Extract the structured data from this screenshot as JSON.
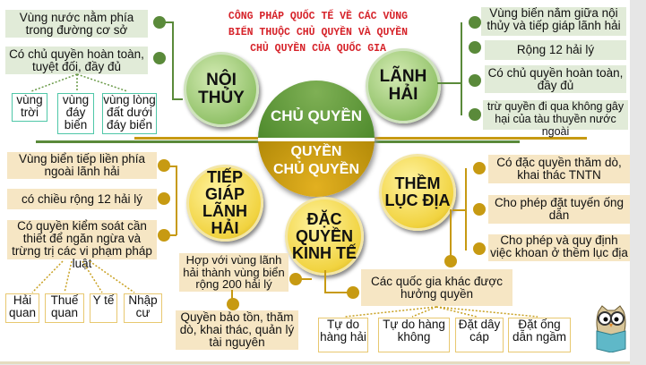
{
  "title": {
    "line1": "CÔNG PHÁP QUỐC TẾ VỀ CÁC VÙNG",
    "line2": "BIỂN THUỘC CHỦ QUYỀN VÀ QUYỀN",
    "line3": "CHỦ QUYỀN CỦA QUỐC GIA"
  },
  "center": {
    "top": "CHỦ QUYỀN",
    "bottom_line1": "QUYỀN",
    "bottom_line2": "CHỦ QUYỀN"
  },
  "noi_thuy": {
    "label": "NỘI THỦY",
    "items": [
      "Vùng nước nằm phía trong đường cơ sở",
      "Có chủ quyền hoàn toàn, tuyệt đối, đầy đủ"
    ],
    "sub": [
      "vùng trời",
      "vùng đáy biển",
      "vùng lòng đất dưới đáy biển"
    ]
  },
  "lanh_hai": {
    "label": "LÃNH HẢI",
    "items": [
      "Vùng biển nằm giữa nội thủy và tiếp giáp lãnh hải",
      "Rộng 12 hải lý",
      "Có chủ quyền hoàn toàn, đầy đủ",
      "trừ quyền đi qua không gây hại của tàu thuyền nước ngoài"
    ]
  },
  "tiep_giap": {
    "label": "TIẾP GIÁP LÃNH HẢI",
    "items": [
      "Vùng biển tiếp liền phía ngoài lãnh hải",
      "có chiều rộng 12 hải lý",
      "Có quyền kiểm soát cần thiết để ngăn ngừa và trừng trị các vi phạm pháp luật"
    ],
    "sub": [
      "Hải quan",
      "Thuế quan",
      "Y tế",
      "Nhập cư"
    ]
  },
  "dac_quyen": {
    "label": "ĐẶC QUYỀN KINH TẾ",
    "items": [
      "Hợp với vùng lãnh hải thành vùng biển rộng 200 hải lý",
      "Quyền bảo tồn, thăm dò, khai thác, quản lý tài nguyên"
    ]
  },
  "them_luc_dia": {
    "label": "THỀM LỤC ĐỊA",
    "items": [
      "Có đặc quyền thăm dò, khai thác TNTN",
      "Cho phép đặt tuyến ống dẫn",
      "Cho phép và quy định việc khoan ở thềm lục địa"
    ]
  },
  "other_states": {
    "label": "Các quốc gia khác được hưởng quyền",
    "sub": [
      "Tự do hàng hải",
      "Tự do hàng không",
      "Đặt dây cáp",
      "Đặt ống dẫn ngầm"
    ]
  },
  "colors": {
    "green": "#5a8a3a",
    "gold": "#c79a12",
    "title": "#d6232a"
  },
  "icons": {
    "mascot": "owl-reading-icon"
  }
}
